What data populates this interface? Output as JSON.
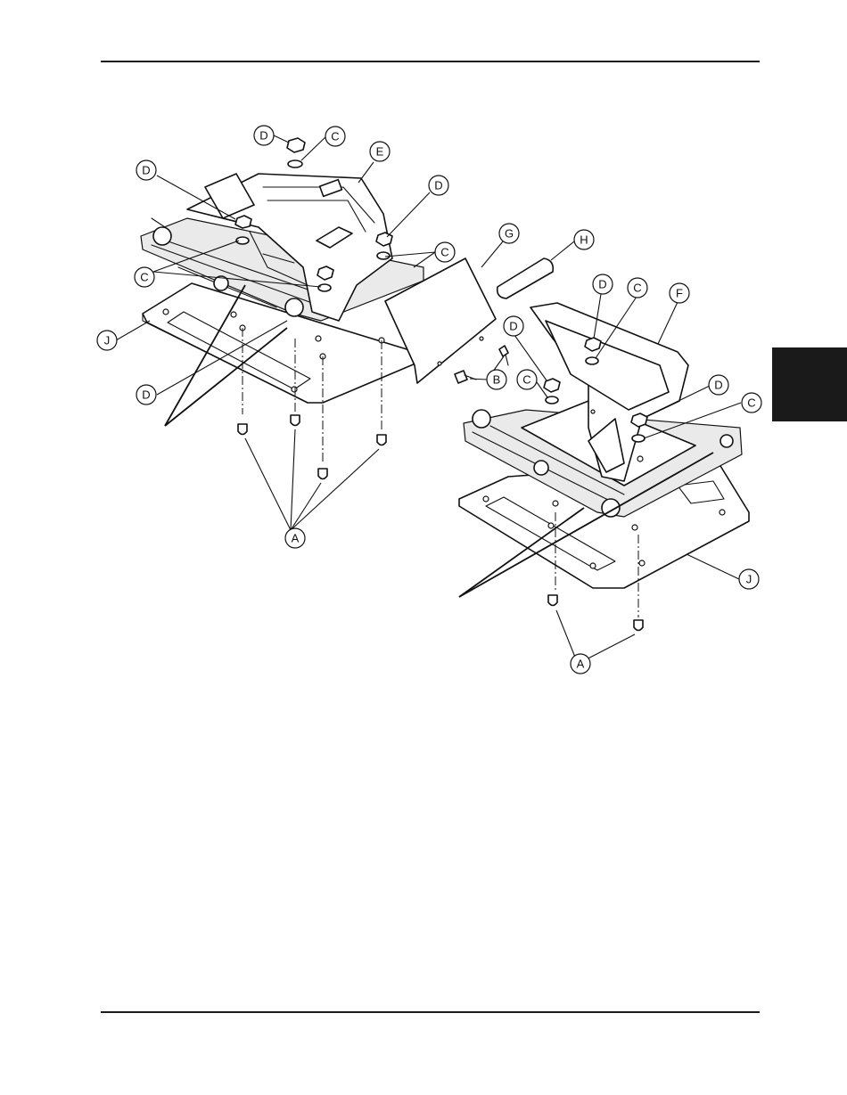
{
  "callouts": {
    "a_left": "A",
    "a_right": "A",
    "b": "B",
    "c_top": "C",
    "c_left": "C",
    "c_mid": "C",
    "c_right1": "C",
    "c_right2": "C",
    "c_right3": "C",
    "d_top": "D",
    "d_left_upper": "D",
    "d_left_lower": "D",
    "d_mid": "D",
    "d_right1": "D",
    "d_right2": "D",
    "d_right3": "D",
    "e": "E",
    "f": "F",
    "g": "G",
    "h": "H",
    "j_left": "J",
    "j_right": "J"
  }
}
